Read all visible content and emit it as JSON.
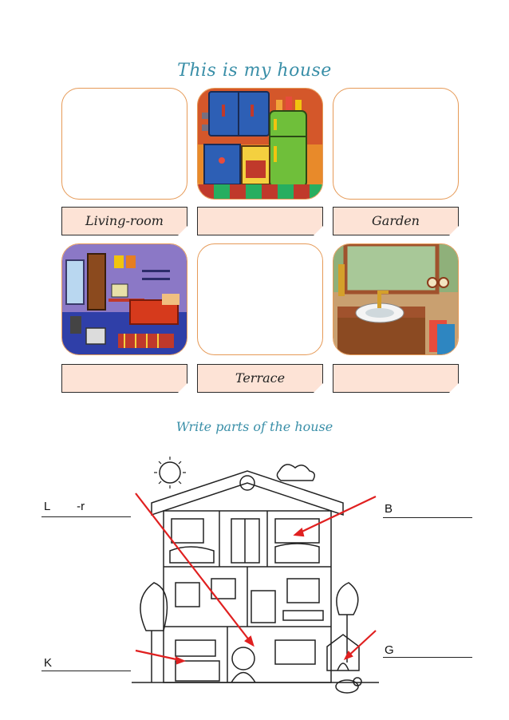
{
  "header": {
    "title": "This is my house"
  },
  "cards_row1": [
    {
      "label": "Living-room",
      "image": "empty"
    },
    {
      "label": "",
      "image": "kitchen-illustration"
    },
    {
      "label": "Garden",
      "image": "empty"
    }
  ],
  "cards_row2": [
    {
      "label": "",
      "image": "bedroom-illustration"
    },
    {
      "label": "Terrace",
      "image": "empty"
    },
    {
      "label": "",
      "image": "bathroom-illustration"
    }
  ],
  "section2": {
    "title": "Write parts of the house"
  },
  "answers": {
    "left_top": "L        -r",
    "left_bottom": "K",
    "right_top": "B",
    "right_bottom": "G"
  },
  "colors": {
    "title": "#3a8fa8",
    "card_border": "#e69a57",
    "label_bg": "#fde3d6",
    "arrow": "#e02020"
  }
}
